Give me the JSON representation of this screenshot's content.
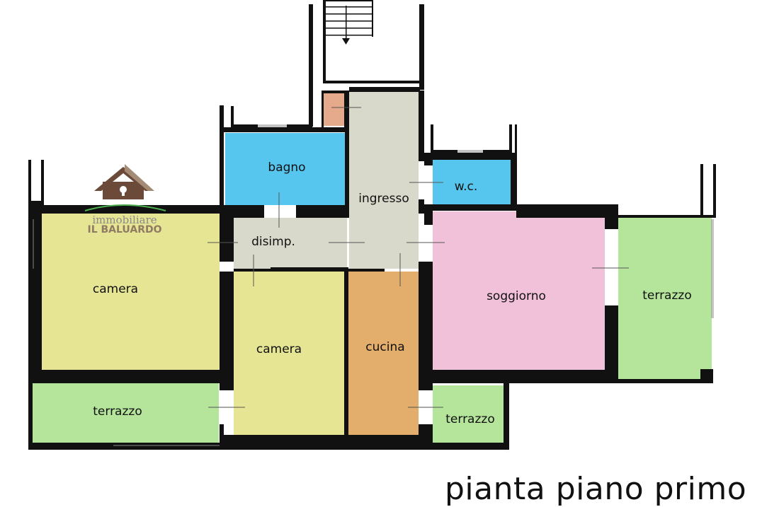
{
  "logo": {
    "line1": "immobiliare",
    "line2": "IL BALUARDO"
  },
  "rooms": {
    "bagno": "bagno",
    "wc": "w.c.",
    "ingresso": "ingresso",
    "disimp": "disimp.",
    "camera_left": "camera",
    "camera_center": "camera",
    "cucina": "cucina",
    "soggiorno": "soggiorno",
    "terrazzo_right": "terrazzo",
    "terrazzo_left": "terrazzo",
    "terrazzo_bottom": "terrazzo"
  },
  "title": "pianta piano primo",
  "colors": {
    "bathroom": "#56c6ee",
    "hall": "#d8d9ca",
    "bedroom": "#e6e594",
    "kitchen": "#e3ad6c",
    "living": "#f1c1da",
    "terrace": "#b5e59b",
    "chimney": "#e5a98b",
    "wall": "#111111",
    "logo_brown": "#6b4a3a"
  }
}
